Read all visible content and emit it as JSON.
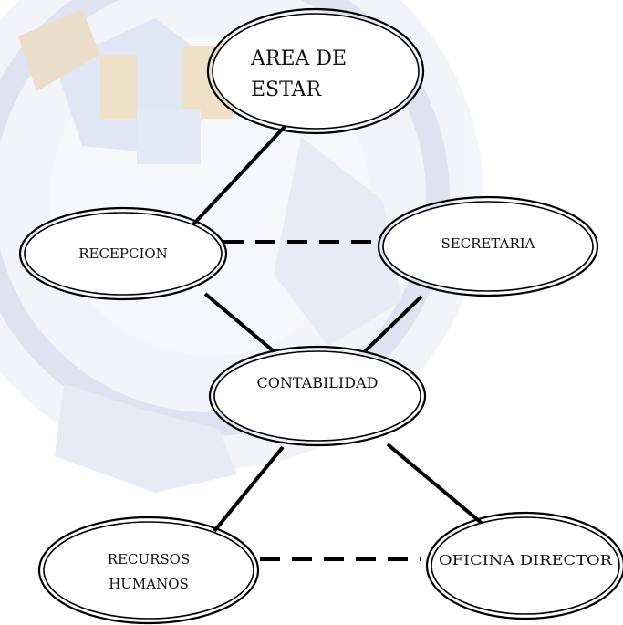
{
  "nodes": {
    "area_de_estar": {
      "line1": "AREA DE",
      "line2": "ESTAR"
    },
    "recepcion": {
      "label": "RECEPCION"
    },
    "secretaria": {
      "label": "SECRETARIA"
    },
    "contabilidad": {
      "label": "CONTABILIDAD"
    },
    "recursos_humanos": {
      "line1": "RECURSOS",
      "line2": "HUMANOS"
    },
    "oficina_director": {
      "label": "OFICINA DIRECTOR"
    }
  },
  "edges": [
    {
      "from": "area_de_estar",
      "to": "recepcion",
      "style": "solid"
    },
    {
      "from": "recepcion",
      "to": "secretaria",
      "style": "dashed"
    },
    {
      "from": "recepcion",
      "to": "contabilidad",
      "style": "solid"
    },
    {
      "from": "secretaria",
      "to": "contabilidad",
      "style": "solid"
    },
    {
      "from": "contabilidad",
      "to": "recursos_humanos",
      "style": "solid"
    },
    {
      "from": "contabilidad",
      "to": "oficina_director",
      "style": "solid"
    },
    {
      "from": "recursos_humanos",
      "to": "oficina_director",
      "style": "dashed"
    }
  ],
  "colors": {
    "background": "#ffffff",
    "watermark": "#c5cde6",
    "watermark_accent": "#e2c79a",
    "ink": "#000000"
  }
}
